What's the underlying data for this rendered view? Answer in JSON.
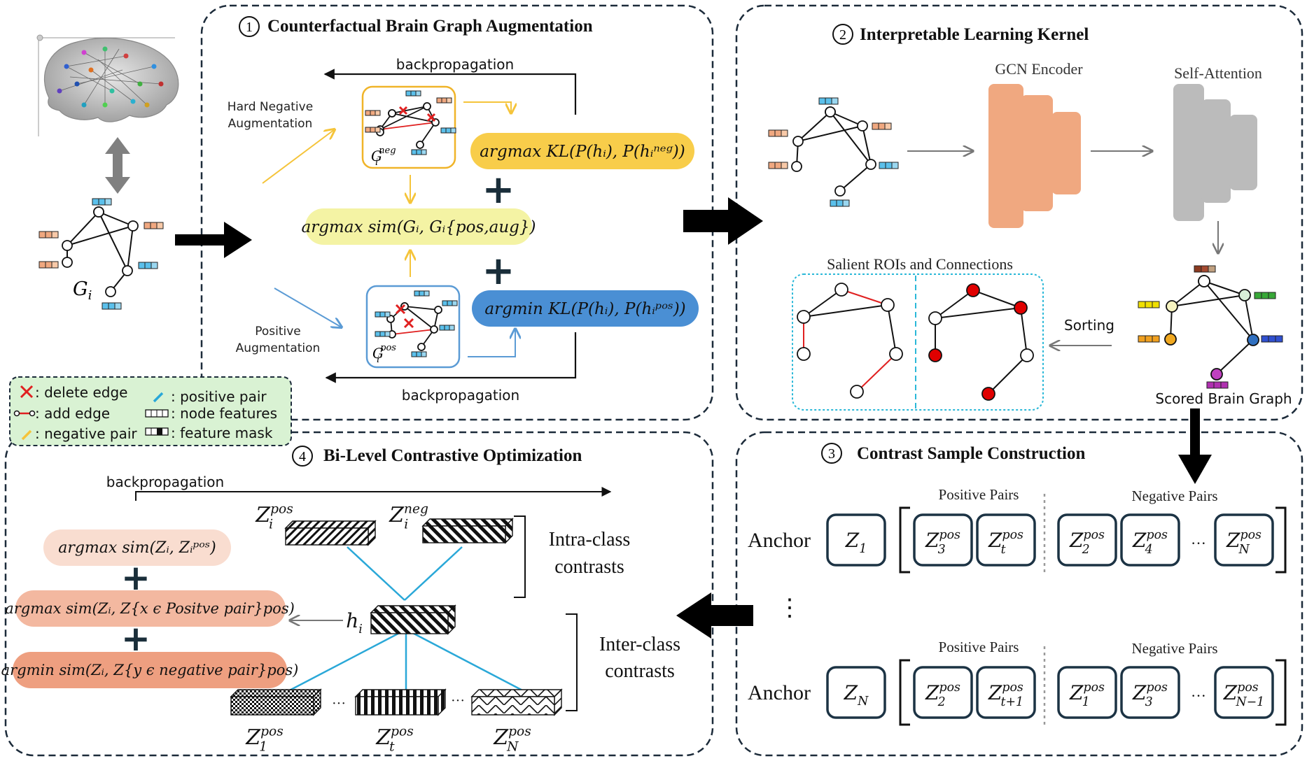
{
  "panel1": {
    "number": "1",
    "title": "Counterfactual Brain Graph Augmentation",
    "backprop_top": "backpropagation",
    "backprop_bottom": "backpropagation",
    "hard_negative_l1": "Hard Negative",
    "hard_negative_l2": "Augmentation",
    "positive_l1": "Positive",
    "positive_l2": "Augmentation",
    "neg_graph_label": "G",
    "neg_graph_sub": "i",
    "neg_graph_sup": "neg",
    "pos_graph_label": "G",
    "pos_graph_sub": "i",
    "pos_graph_sup": "pos",
    "box_neg": "argmax KL(P(hᵢ), P(hᵢⁿᵉᵍ))",
    "box_sim": "argmax sim(Gᵢ, Gᵢ{pos,aug})",
    "box_pos": "argmin KL(P(hᵢ), P(hᵢᵖᵒˢ))",
    "plus": "+"
  },
  "input_graph": {
    "label": "G",
    "sub": "i"
  },
  "panel2": {
    "number": "2",
    "title": "Interpretable Learning Kernel",
    "gcn": "GCN Encoder",
    "attn": "Self-Attention",
    "salient": "Salient ROIs and Connections",
    "sorting": "Sorting",
    "scored": "Scored Brain Graph"
  },
  "panel3": {
    "number": "3",
    "title": "Contrast Sample Construction",
    "anchor": "Anchor",
    "pos_pairs": "Positive Pairs",
    "neg_pairs": "Negative Pairs",
    "row1": {
      "anchor": {
        "base": "Z",
        "sub": "1"
      },
      "pos": [
        {
          "base": "Z",
          "sup": "pos",
          "sub": "3"
        },
        {
          "base": "Z",
          "sup": "pos",
          "sub": "t"
        }
      ],
      "neg": [
        {
          "base": "Z",
          "sup": "pos",
          "sub": "2"
        },
        {
          "base": "Z",
          "sup": "pos",
          "sub": "4"
        },
        {
          "base": "Z",
          "sup": "pos",
          "sub": "N"
        }
      ]
    },
    "row2": {
      "anchor": {
        "base": "Z",
        "sub": "N"
      },
      "pos": [
        {
          "base": "Z",
          "sup": "pos",
          "sub": "2"
        },
        {
          "base": "Z",
          "sup": "pos",
          "sub": "t+1"
        }
      ],
      "neg": [
        {
          "base": "Z",
          "sup": "pos",
          "sub": "1"
        },
        {
          "base": "Z",
          "sup": "pos",
          "sub": "3"
        },
        {
          "base": "Z",
          "sup": "pos",
          "sub": "N−1"
        }
      ]
    },
    "ellipsis": "···",
    "vdots": "⋮"
  },
  "panel4": {
    "number": "4",
    "title": "Bi-Level Contrastive Optimization",
    "backprop": "backpropagation",
    "obj1": "argmax sim(Zᵢ, Zᵢᵖᵒˢ)",
    "obj2": "argmax sim(Zᵢ, Z{x ϵ Positve pair}pos)",
    "obj3": "argmin sim(Zᵢ, Z{y ϵ negative pair}pos)",
    "intra_l1": "Intra-class",
    "intra_l2": "contrasts",
    "inter_l1": "Inter-class",
    "inter_l2": "contrasts",
    "z_pos": {
      "base": "Z",
      "sup": "pos",
      "sub": "i"
    },
    "z_neg": {
      "base": "Z",
      "sup": "neg",
      "sub": "i"
    },
    "h": {
      "base": "h",
      "sub": "i"
    },
    "z1": {
      "base": "Z",
      "sup": "pos",
      "sub": "1"
    },
    "zt": {
      "base": "Z",
      "sup": "pos",
      "sub": "t"
    },
    "zN": {
      "base": "Z",
      "sup": "pos",
      "sub": "N"
    },
    "dots": "···"
  },
  "legend": {
    "delete": ": delete edge",
    "add": ": add edge",
    "negative": ": negative pair",
    "positive": ": positive pair",
    "features": ": node features",
    "mask": ": feature mask"
  },
  "colors": {
    "panel_border": "#1c2b3a",
    "yellow_box": "#f8cd4a",
    "yellow_light": "#f4f3a4",
    "blue_box": "#4a8fd4",
    "gcn": "#f0a880",
    "attn": "#bbbbbb",
    "legend_bg": "#d9f2d3",
    "obj1": "#f9ddd0",
    "obj2": "#f3b8a0",
    "obj3": "#ee9f80",
    "cyan": "#2aa8d8"
  }
}
